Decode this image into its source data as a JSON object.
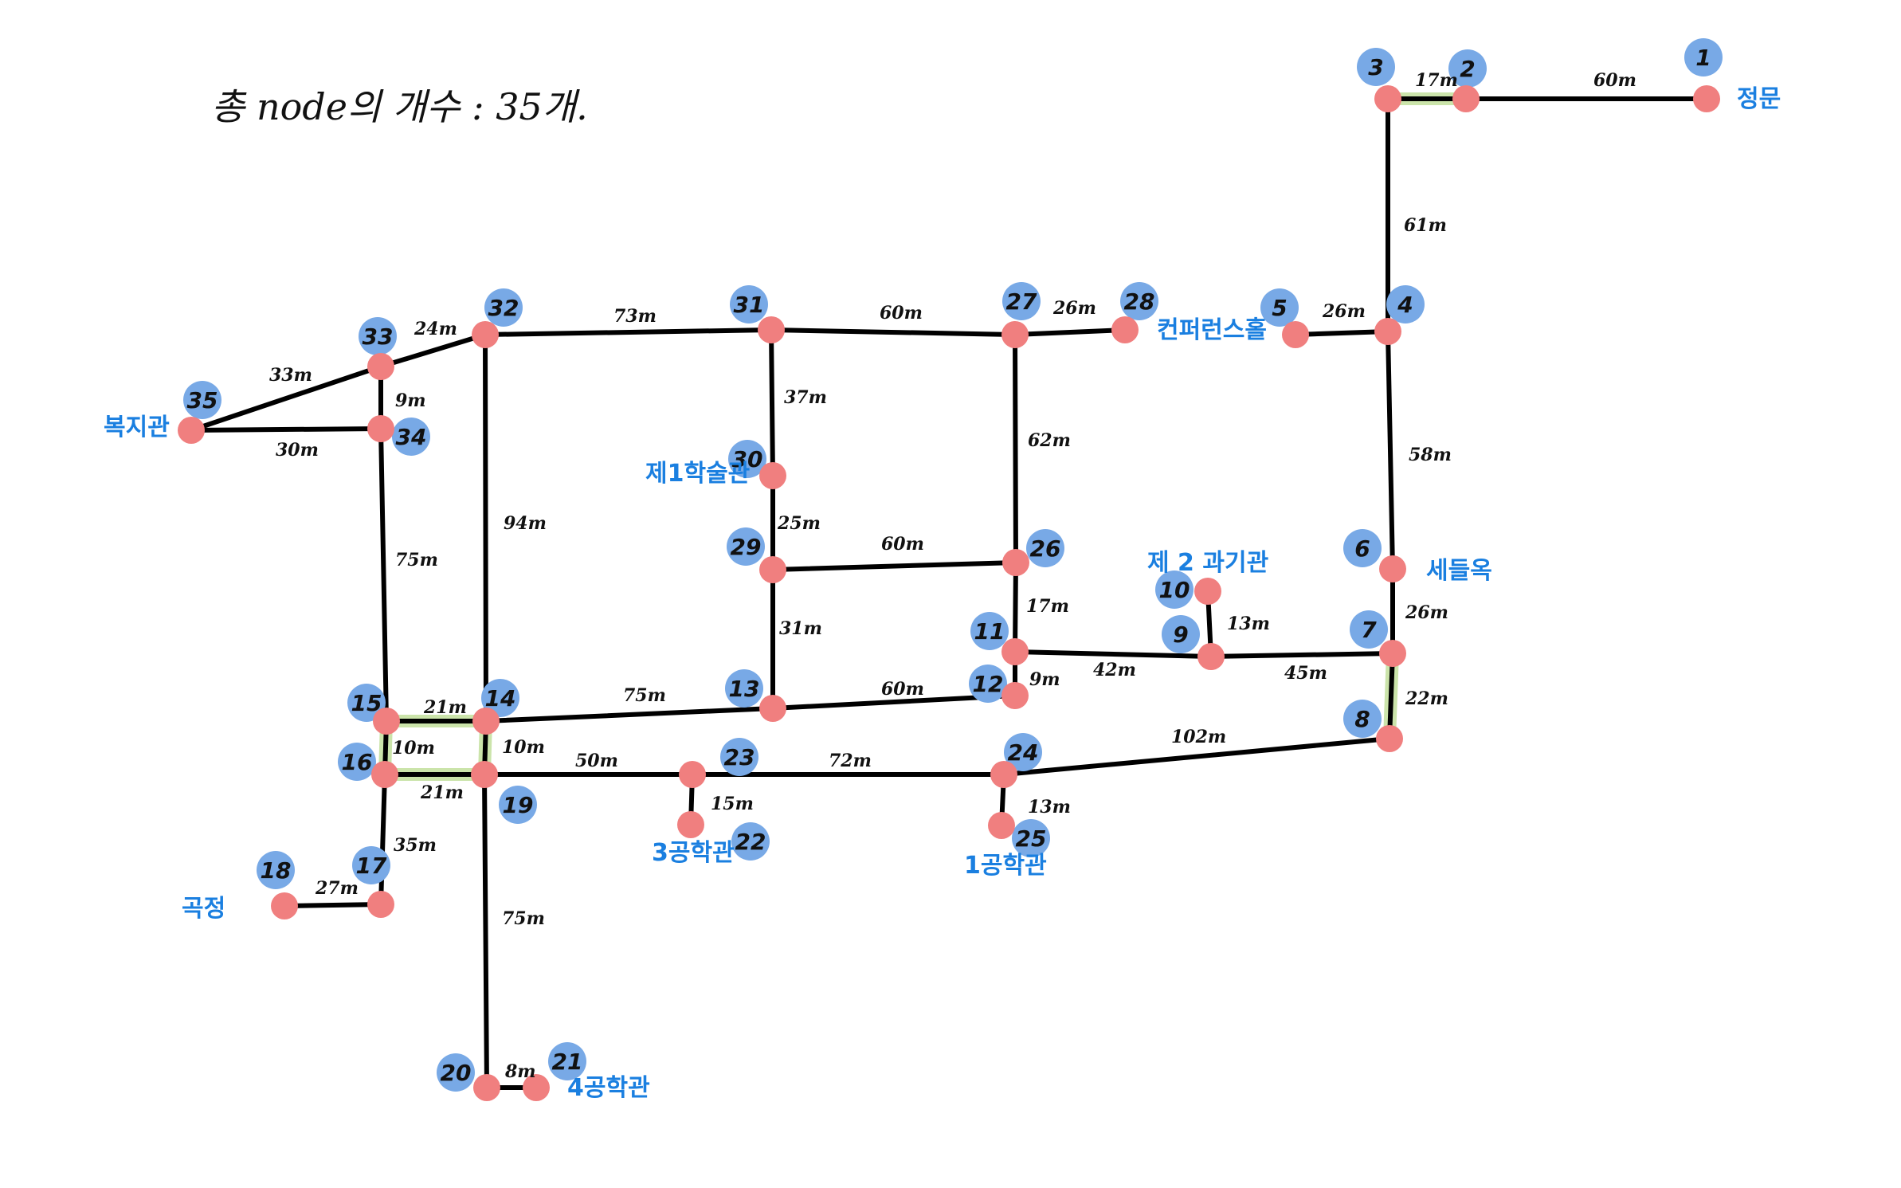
{
  "title": "총 node의 개수 : 35개.",
  "colors": {
    "edge": "#000000",
    "node_dot": "#f07f7f",
    "badge": "#78a9e6",
    "place_label": "#1a7fe0",
    "highlight": "#c9e3a6"
  },
  "nodes": [
    {
      "id": "1",
      "place": "정문"
    },
    {
      "id": "2",
      "place": ""
    },
    {
      "id": "3",
      "place": ""
    },
    {
      "id": "4",
      "place": ""
    },
    {
      "id": "5",
      "place": ""
    },
    {
      "id": "6",
      "place": "세들옥"
    },
    {
      "id": "7",
      "place": ""
    },
    {
      "id": "8",
      "place": ""
    },
    {
      "id": "9",
      "place": ""
    },
    {
      "id": "10",
      "place": "제 2 과기관"
    },
    {
      "id": "11",
      "place": ""
    },
    {
      "id": "12",
      "place": ""
    },
    {
      "id": "13",
      "place": ""
    },
    {
      "id": "14",
      "place": ""
    },
    {
      "id": "15",
      "place": ""
    },
    {
      "id": "16",
      "place": ""
    },
    {
      "id": "17",
      "place": ""
    },
    {
      "id": "18",
      "place": "곡정"
    },
    {
      "id": "19",
      "place": ""
    },
    {
      "id": "20",
      "place": ""
    },
    {
      "id": "21",
      "place": "4공학관"
    },
    {
      "id": "22",
      "place": "3공학관"
    },
    {
      "id": "23",
      "place": ""
    },
    {
      "id": "24",
      "place": ""
    },
    {
      "id": "25",
      "place": "1공학관"
    },
    {
      "id": "26",
      "place": ""
    },
    {
      "id": "27",
      "place": ""
    },
    {
      "id": "28",
      "place": "컨퍼런스홀"
    },
    {
      "id": "29",
      "place": ""
    },
    {
      "id": "30",
      "place": "제1학술관"
    },
    {
      "id": "31",
      "place": ""
    },
    {
      "id": "32",
      "place": ""
    },
    {
      "id": "33",
      "place": ""
    },
    {
      "id": "34",
      "place": ""
    },
    {
      "id": "35",
      "place": "복지관"
    }
  ],
  "edges": [
    {
      "from": "1",
      "to": "2",
      "length": "60m"
    },
    {
      "from": "2",
      "to": "3",
      "length": "17m"
    },
    {
      "from": "3",
      "to": "4",
      "length": "61m"
    },
    {
      "from": "4",
      "to": "5",
      "length": "26m"
    },
    {
      "from": "4",
      "to": "6",
      "length": "58m"
    },
    {
      "from": "6",
      "to": "7",
      "length": "26m"
    },
    {
      "from": "7",
      "to": "8",
      "length": "22m"
    },
    {
      "from": "7",
      "to": "9",
      "length": "45m"
    },
    {
      "from": "9",
      "to": "10",
      "length": "13m"
    },
    {
      "from": "9",
      "to": "11",
      "length": "42m"
    },
    {
      "from": "11",
      "to": "12",
      "length": "9m"
    },
    {
      "from": "11",
      "to": "26",
      "length": "17m"
    },
    {
      "from": "12",
      "to": "13",
      "length": "60m"
    },
    {
      "from": "13",
      "to": "14",
      "length": "75m"
    },
    {
      "from": "13",
      "to": "29",
      "length": "31m"
    },
    {
      "from": "14",
      "to": "15",
      "length": "21m"
    },
    {
      "from": "14",
      "to": "19",
      "length": "10m"
    },
    {
      "from": "14",
      "to": "32",
      "length": "94m"
    },
    {
      "from": "15",
      "to": "16",
      "length": "10m"
    },
    {
      "from": "15",
      "to": "34",
      "length": "75m"
    },
    {
      "from": "16",
      "to": "19",
      "length": "21m"
    },
    {
      "from": "16",
      "to": "17",
      "length": "35m"
    },
    {
      "from": "17",
      "to": "18",
      "length": "27m"
    },
    {
      "from": "19",
      "to": "20",
      "length": "75m"
    },
    {
      "from": "19",
      "to": "23",
      "length": "50m"
    },
    {
      "from": "20",
      "to": "21",
      "length": "8m"
    },
    {
      "from": "22",
      "to": "23",
      "length": "15m"
    },
    {
      "from": "23",
      "to": "24",
      "length": "72m"
    },
    {
      "from": "24",
      "to": "25",
      "length": "13m"
    },
    {
      "from": "24",
      "to": "8",
      "length": "102m"
    },
    {
      "from": "26",
      "to": "29",
      "length": "60m"
    },
    {
      "from": "26",
      "to": "27",
      "length": "62m"
    },
    {
      "from": "27",
      "to": "28",
      "length": "26m"
    },
    {
      "from": "27",
      "to": "31",
      "length": "60m"
    },
    {
      "from": "29",
      "to": "30",
      "length": "25m"
    },
    {
      "from": "30",
      "to": "31",
      "length": "37m"
    },
    {
      "from": "31",
      "to": "32",
      "length": "73m"
    },
    {
      "from": "32",
      "to": "33",
      "length": "24m"
    },
    {
      "from": "33",
      "to": "34",
      "length": "9m"
    },
    {
      "from": "33",
      "to": "35",
      "length": "33m"
    },
    {
      "from": "34",
      "to": "35",
      "length": "30m"
    }
  ],
  "highlighted_edges": [
    [
      "2",
      "3"
    ],
    [
      "7",
      "8"
    ],
    [
      "14",
      "15"
    ],
    [
      "15",
      "16"
    ],
    [
      "16",
      "19"
    ],
    [
      "14",
      "19"
    ]
  ]
}
